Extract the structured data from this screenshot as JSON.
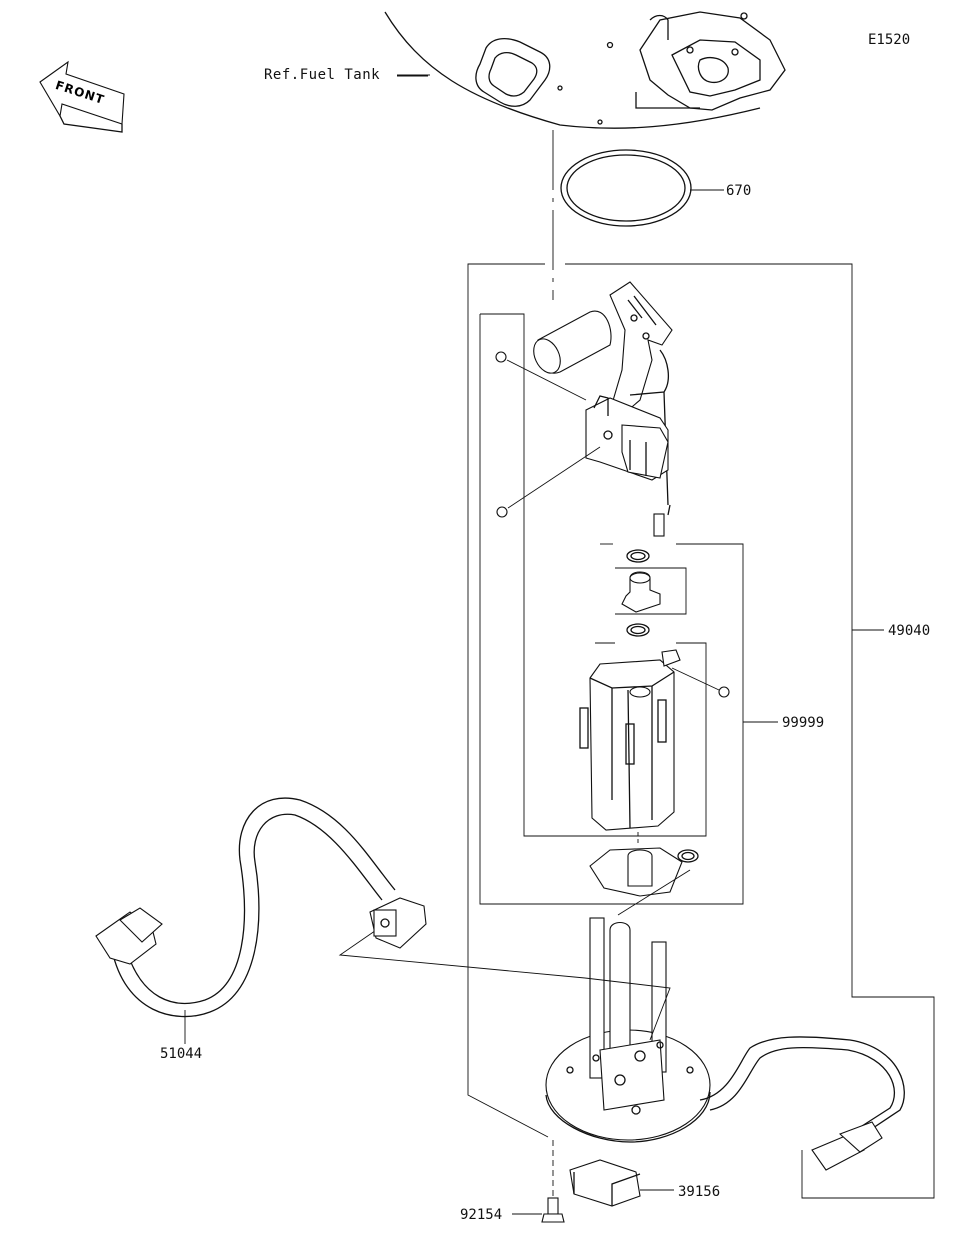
{
  "diagram": {
    "code": "E1520",
    "front_label": "FRONT",
    "ref_label": "Ref.Fuel Tank",
    "parts": [
      {
        "number": "670"
      },
      {
        "number": "49040"
      },
      {
        "number": "99999"
      },
      {
        "number": "51044"
      },
      {
        "number": "39156"
      },
      {
        "number": "92154"
      }
    ]
  }
}
